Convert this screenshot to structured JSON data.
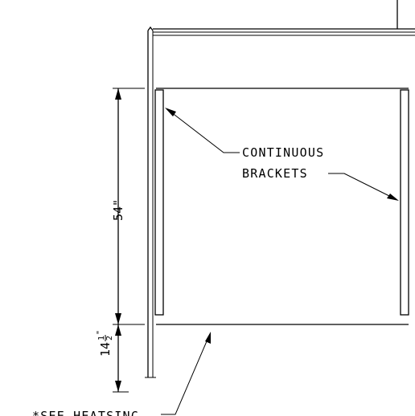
{
  "drawing": {
    "labels": {
      "continuous_line1": "CONTINUOUS",
      "continuous_line2": "BRACKETS",
      "see_note": "*SEE HEATSINC"
    },
    "dimensions": {
      "height_main": "54\"",
      "height_lower_whole": "14",
      "height_lower_num": "1",
      "height_lower_den": "2",
      "height_lower_inch": "\""
    }
  }
}
